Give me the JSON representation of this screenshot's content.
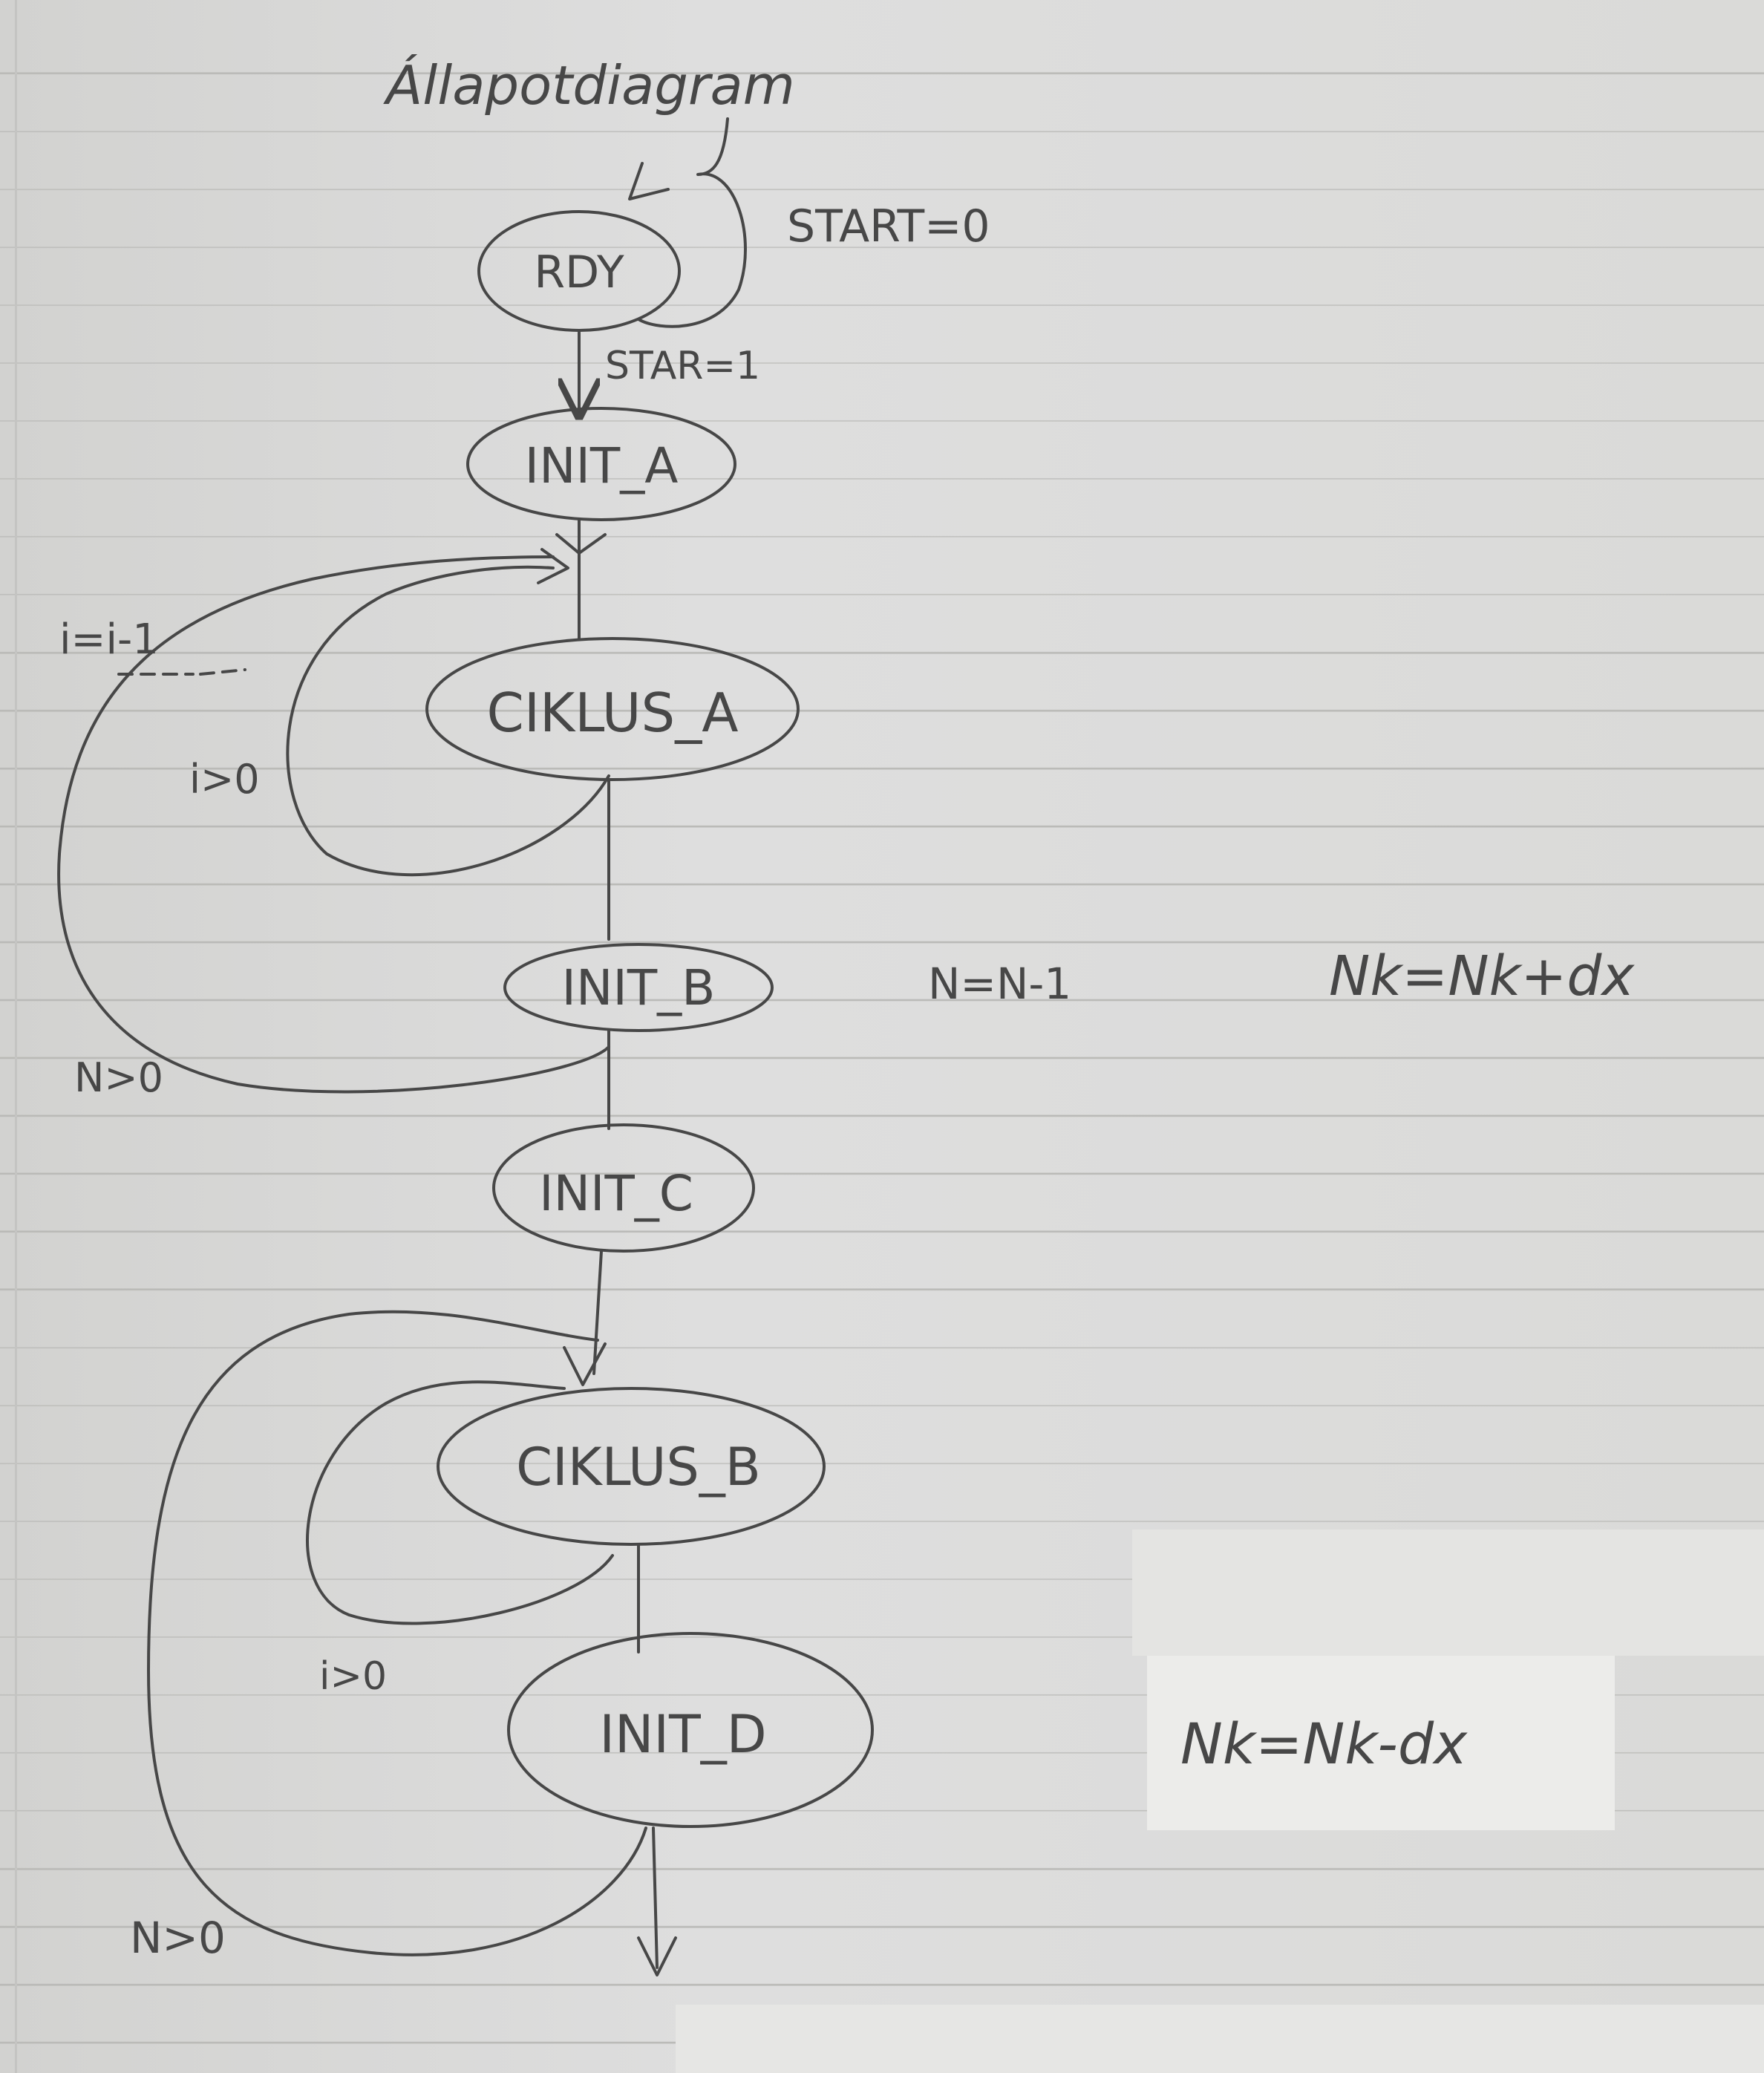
{
  "title": "Állapotdiagram",
  "states": {
    "rdy": "RDY",
    "init_a": "INIT_A",
    "ciklus_a": "CIKLUS_A",
    "init_b": "INIT_B",
    "init_c": "INIT_C",
    "ciklus_b": "CIKLUS_B",
    "init_d": "INIT_D"
  },
  "transitions": {
    "rdy_self": "START=0",
    "rdy_to_init_a": "STAR=1",
    "ciklus_a_self": "i>0",
    "ciklus_a_action": "i=i-1",
    "init_b_loop": "N>0",
    "ciklus_b_self": "i>0",
    "init_d_loop": "N>0"
  },
  "notes": {
    "n_dec": "N=N-1",
    "nk_plus": "Nk=Nk+dx",
    "nk_minus": "Nk=Nk-dx"
  },
  "colors": {
    "ink": "#474747",
    "paper": "#dcdcda",
    "ruling": "#b9b9b6"
  }
}
